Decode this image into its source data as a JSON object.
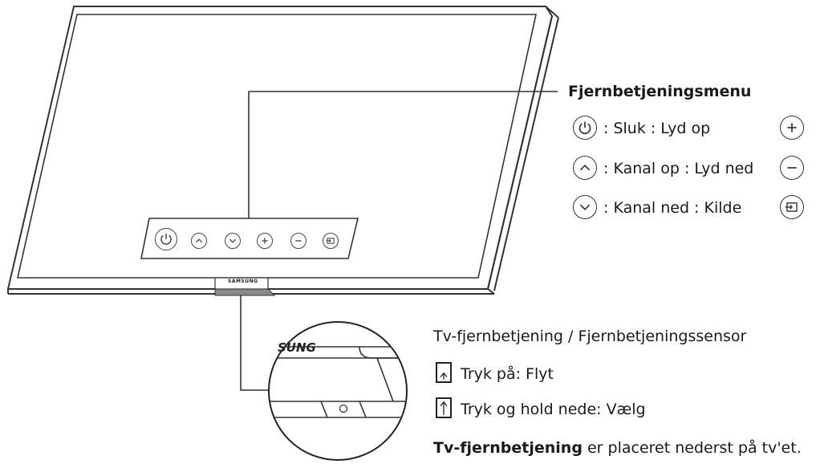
{
  "menu": {
    "title": "Fjernbetjeningsmenu",
    "rows": [
      {
        "left_icon": "power-icon",
        "text": ": Sluk : Lyd op",
        "right_icon": "plus-icon"
      },
      {
        "left_icon": "chevron-up-icon",
        "text": ": Kanal op : Lyd ned",
        "right_icon": "minus-icon"
      },
      {
        "left_icon": "chevron-down-icon",
        "text": ": Kanal ned : Kilde",
        "right_icon": "source-icon"
      }
    ]
  },
  "tv": {
    "brand_bezel": "SAMSUNG",
    "brand_zoom": "SUNG"
  },
  "sensor": {
    "title": "Tv-fjernbetjening / Fjernbetjeningssensor",
    "press": "Tryk på: Flyt",
    "hold": "Tryk og hold nede: Vælg",
    "note_bold": "Tv-fjernbetjening",
    "note_rest": " er placeret nederst på tv'et."
  }
}
